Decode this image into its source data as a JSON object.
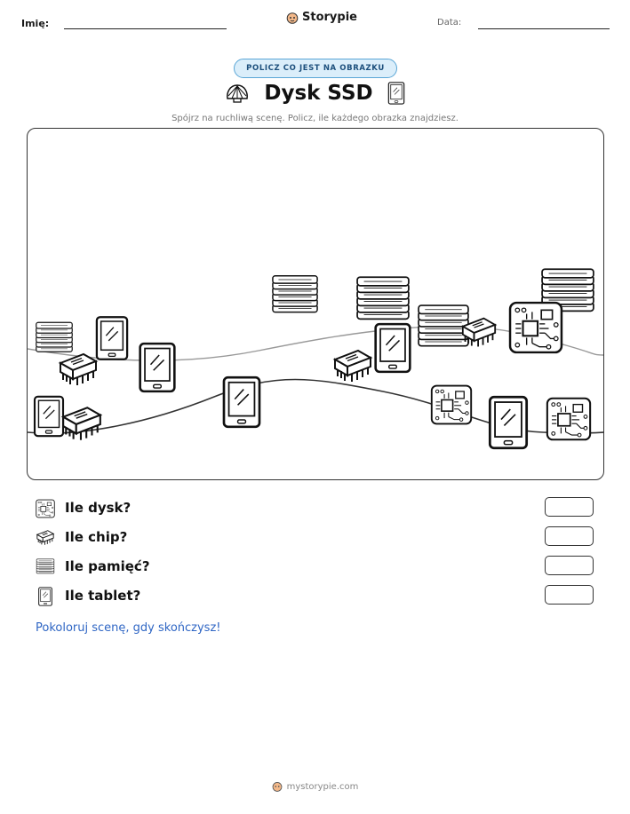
{
  "header": {
    "name_label": "Imię:",
    "brand": "Storypie",
    "date_label": "Data:"
  },
  "badge": "POLICZ CO JEST NA OBRAZKU",
  "title": "Dysk SSD",
  "subtitle": "Spójrz na ruchliwą scenę. Policz, ile każdego obrazka znajdziesz.",
  "questions": [
    {
      "text": "Ile dysk?",
      "icon": "circuit-board-icon"
    },
    {
      "text": "Ile chip?",
      "icon": "chip-icon"
    },
    {
      "text": "Ile pamięć?",
      "icon": "memory-stack-icon"
    },
    {
      "text": "Ile tablet?",
      "icon": "tablet-icon"
    }
  ],
  "footer_note": "Pokoloruj scenę, gdy skończysz!",
  "site": "mystorypie.com"
}
